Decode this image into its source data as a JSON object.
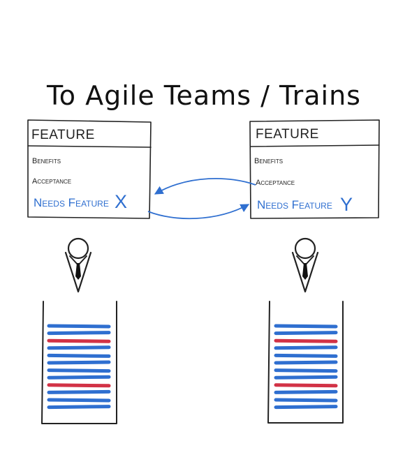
{
  "title": "To Agile Teams / Trains",
  "colors": {
    "ink": "#222222",
    "blue": "#2f6fd0",
    "red": "#d23246",
    "arrow": "#2f6fd0"
  },
  "cards": [
    {
      "header": "FEATURE",
      "benefits": "Benefits",
      "acceptance": "Acceptance",
      "needs": "Needs Feature",
      "needs_target": "X"
    },
    {
      "header": "FEATURE",
      "benefits": "Benefits",
      "acceptance": "Acceptance",
      "needs": "Needs Feature",
      "needs_target": "Y"
    }
  ],
  "backlogs": [
    {
      "lines": [
        "blue",
        "blue",
        "red",
        "blue",
        "blue",
        "blue",
        "blue",
        "blue",
        "red",
        "blue",
        "blue",
        "blue"
      ]
    },
    {
      "lines": [
        "blue",
        "blue",
        "red",
        "blue",
        "blue",
        "blue",
        "blue",
        "blue",
        "red",
        "blue",
        "blue",
        "blue"
      ]
    }
  ],
  "icons": [
    "person-icon",
    "backlog-icon",
    "arrow-icon"
  ]
}
